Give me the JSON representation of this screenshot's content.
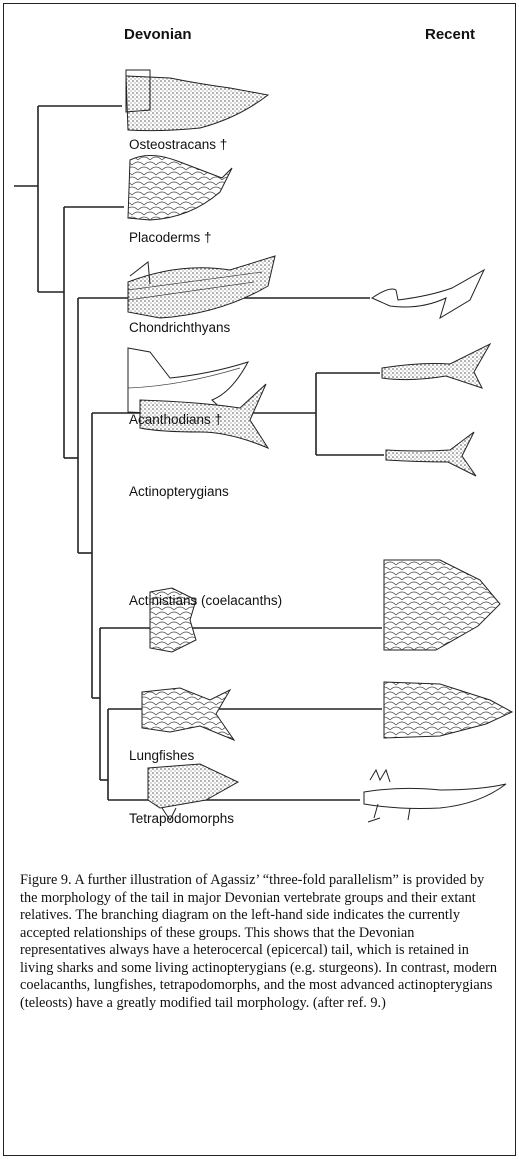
{
  "headers": {
    "left": "Devonian",
    "right": "Recent"
  },
  "taxa": [
    {
      "name": "Osteostracans †",
      "extinct": true
    },
    {
      "name": "Placoderms †",
      "extinct": true
    },
    {
      "name": "Chondrichthyans",
      "extinct": false
    },
    {
      "name": "Acanthodians †",
      "extinct": true
    },
    {
      "name": "Actinopterygians",
      "extinct": false
    },
    {
      "name": "Actinistians (coelacanths)",
      "extinct": false
    },
    {
      "name": "Lungfishes",
      "extinct": false
    },
    {
      "name": "Tetrapodomorphs",
      "extinct": false
    }
  ],
  "caption": "Figure 9. A further illustration of Agassiz’ “three-fold parallelism” is provided by the morphology of the tail in major Devonian vertebrate groups and their extant relatives. The branching diagram on the left-hand side indicates the currently accepted relationships of these groups. This shows that the Devonian representatives always have a heterocercal (epicercal) tail, which is retained in living sharks and some living actinopterygians (e.g. sturgeons). In contrast, modern coelacanths, lungfishes, tetrapodomorphs, and the most advanced actinopterygians (teleosts) have a greatly modified tail morphology. (after ref. 9.)",
  "colors": {
    "ink": "#222222",
    "paper": "#ffffff"
  }
}
